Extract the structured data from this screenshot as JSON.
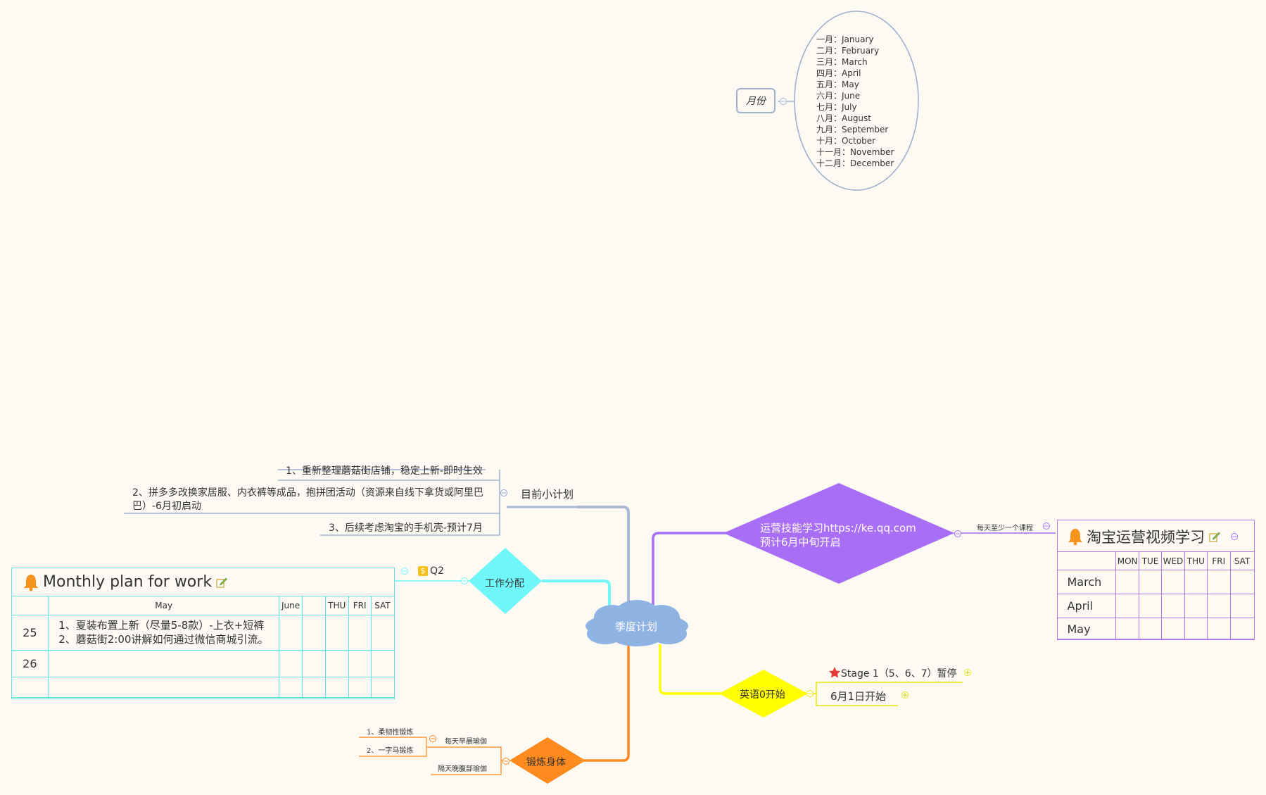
{
  "months": {
    "title": "月份",
    "items": [
      "一月：January",
      "二月：February",
      "三月：March",
      "四月：April",
      "五月：May",
      "六月：June",
      "七月：July",
      "八月：August",
      "九月：September",
      "十月：October",
      "十一月：November",
      "十二月：December"
    ]
  },
  "center": {
    "label": "季度计划"
  },
  "current_plan": {
    "label": "目前小计划",
    "items": [
      "1、重新整理蘑菇街店铺，稳定上新-即时生效",
      "2、拼多多改换家居服、内衣裤等成品，抱拼团活动（资源来自线下拿货或阿里巴",
      "巴）-6月初启动",
      "3、后续考虑淘宝的手机壳-预计7月"
    ]
  },
  "work": {
    "label": "工作分配",
    "q2": "Q2",
    "q2_icon": "$",
    "table_title": "Monthly plan for work",
    "headers": [
      "",
      "May",
      "June",
      "",
      "THU",
      "FRI",
      "SAT"
    ],
    "rows": [
      {
        "label": "25",
        "lines": [
          "1、夏装布置上新（尽量5-8款）-上衣+短裤",
          "2、蘑菇街2:00讲解如何通过微信商城引流。"
        ]
      },
      {
        "label": "26",
        "lines": []
      },
      {
        "label": "",
        "lines": []
      }
    ]
  },
  "exercise": {
    "label": "锻炼身体",
    "morning": "每天早晨瑜伽",
    "evening": "隔天晚腹部瑜伽",
    "sub": [
      "1、柔韧性锻炼",
      "2、一字马锻炼"
    ]
  },
  "learning": {
    "label_line1": "运营技能学习https://ke.qq.com",
    "label_line2": "预计6月中旬开启",
    "link_label": "每天至少一个课程",
    "table_title": "淘宝运营视频学习",
    "headers": [
      "",
      "MON",
      "TUE",
      "WED",
      "THU",
      "FRI",
      "SAT"
    ],
    "rows": [
      "March",
      "April",
      "May"
    ]
  },
  "english": {
    "label": "英语0开始",
    "stage": "Stage 1（5、6、7）暂停",
    "start": "6月1日开始"
  },
  "colors": {
    "cyan": "#6ff6f9",
    "purple": "#a86ef5",
    "yellow": "#ffff00",
    "orange": "#ff8a1e",
    "cloud": "#8fb4e3",
    "gray_line": "#a9b8d4"
  }
}
